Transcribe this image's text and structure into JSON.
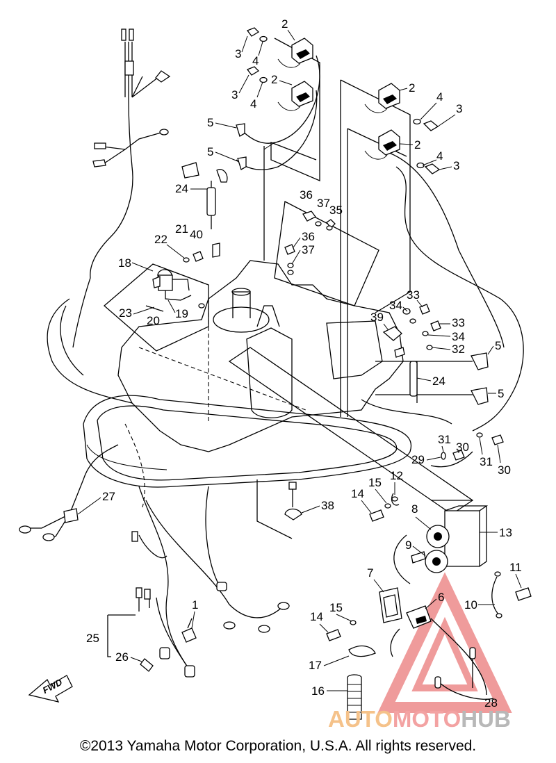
{
  "copyright": "©2013 Yamaha Motor Corporation, U.S.A. All rights reserved.",
  "direction_label": "FWD",
  "watermark": {
    "part1": "AUTO",
    "part2": "MOTO",
    "part3": "HUB",
    "color1": "#f5c28a",
    "color2": "#f3a2a2",
    "color3": "#b8b8b8",
    "triangle_color": "#ea7a7a"
  },
  "callouts": {
    "c2a": "2",
    "c2b": "2",
    "c2c": "2",
    "c2d": "2",
    "c3a": "3",
    "c3b": "3",
    "c3c": "3",
    "c3d": "3",
    "c4a": "4",
    "c4b": "4",
    "c4c": "4",
    "c4d": "4",
    "c5a": "5",
    "c5b": "5",
    "c5c": "5",
    "c5d": "5",
    "c24a": "24",
    "c24b": "24",
    "c36a": "36",
    "c36b": "36",
    "c37a": "37",
    "c37b": "37",
    "c35": "35",
    "c21": "21",
    "c40": "40",
    "c22": "22",
    "c18": "18",
    "c23": "23",
    "c20": "20",
    "c19": "19",
    "c33a": "33",
    "c33b": "33",
    "c34a": "34",
    "c34b": "34",
    "c39": "39",
    "c32": "32",
    "c31a": "31",
    "c31b": "31",
    "c30a": "30",
    "c30b": "30",
    "c29": "29",
    "c27": "27",
    "c14a": "14",
    "c14b": "14",
    "c15a": "15",
    "c15b": "15",
    "c12": "12",
    "c13": "13",
    "c8": "8",
    "c9": "9",
    "c38": "38",
    "c7": "7",
    "c6": "6",
    "c11": "11",
    "c10": "10",
    "c1": "1",
    "c25": "25",
    "c26": "26",
    "c17": "17",
    "c16": "16",
    "c28": "28"
  }
}
